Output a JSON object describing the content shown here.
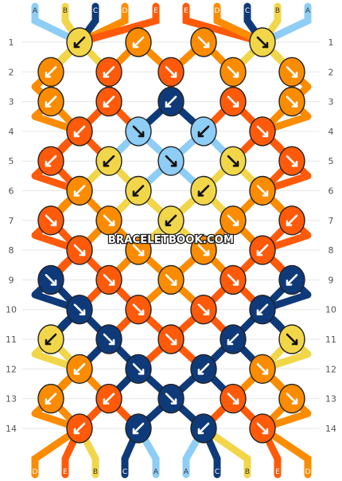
{
  "colors": {
    "A": "#8ecdf5",
    "B": "#f2d64a",
    "C": "#0f3a7a",
    "D": "#fb8c00",
    "E": "#ff5a0a"
  },
  "strands": {
    "top": [
      "A",
      "B",
      "C",
      "D",
      "E",
      "E",
      "D",
      "C",
      "B",
      "A"
    ],
    "bottom": [
      "D",
      "E",
      "B",
      "C",
      "A",
      "A",
      "C",
      "B",
      "E",
      "D"
    ]
  },
  "rows": {
    "left_numbers": [
      "1",
      "2",
      "3",
      "4",
      "5",
      "6",
      "7",
      "8",
      "9",
      "10",
      "11",
      "12",
      "13",
      "14"
    ],
    "right_numbers": [
      "1",
      "2",
      "3",
      "4",
      "5",
      "6",
      "7",
      "8",
      "9",
      "10",
      "11",
      "12",
      "13",
      "14"
    ]
  },
  "knots": [
    [
      "B:ld",
      "D:ld",
      "D:rd",
      "B:rd"
    ],
    [
      "D:ld",
      "E:ld",
      "E:rd",
      "D:rd",
      "D:rd"
    ],
    [
      "D:ld",
      "E:ld",
      "C:ld",
      "E:rd",
      "D:rd"
    ],
    [
      "E:ld",
      "A:rd",
      "A:ld",
      "E:rd"
    ],
    [
      "E:ld",
      "B:ld",
      "A:rd",
      "B:rd",
      "E:rd"
    ],
    [
      "D:ld",
      "B:ld",
      "B:ld",
      "D:rd"
    ],
    [
      "E:rd",
      "D:rd",
      "B:ld",
      "D:rd",
      "E:ld"
    ],
    [
      "E:rd",
      "D:rd",
      "D:rd",
      "E:ld"
    ],
    [
      "C:rd",
      "E:rd",
      "D:rd",
      "E:rd",
      "C:ld"
    ],
    [
      "C:rd",
      "E:rd",
      "E:rd",
      "C:ld"
    ],
    [
      "B:ld",
      "C:rd",
      "E:rd",
      "C:ld",
      "B:rd"
    ],
    [
      "D:ld",
      "C:rd",
      "C:ld",
      "D:rd"
    ],
    [
      "D:ld",
      "E:ld",
      "C:rd",
      "E:rd",
      "D:rd"
    ],
    [
      "E:ld",
      "C:ld",
      "C:ld",
      "E:rd"
    ]
  ],
  "watermark": "BRACELETBOOK.COM"
}
